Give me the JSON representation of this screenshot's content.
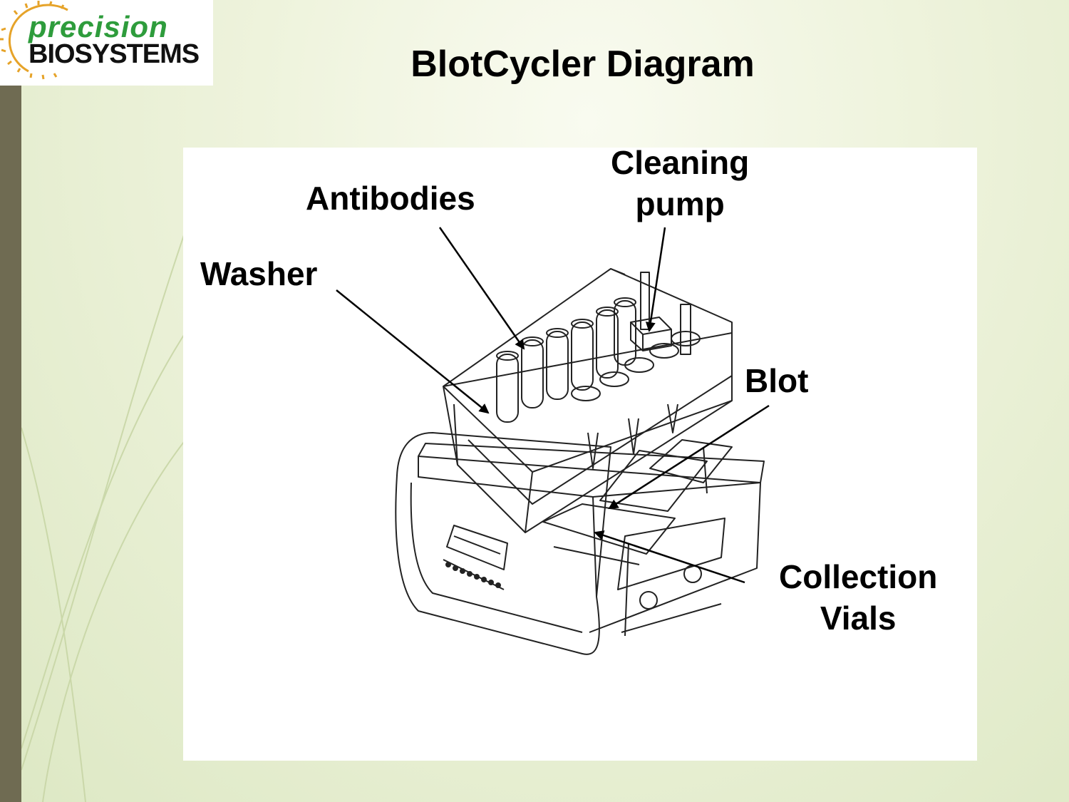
{
  "logo": {
    "word_top": "precision",
    "word_bottom": "BIOSYSTEMS"
  },
  "title": "BlotCycler Diagram",
  "labels": {
    "antibodies": "Antibodies",
    "cleaning_pump_line1": "Cleaning",
    "cleaning_pump_line2": "pump",
    "washer": "Washer",
    "blot": "Blot",
    "collection_vials_line1": "Collection",
    "collection_vials_line2": "Vials"
  },
  "colors": {
    "sidebar": "#6f6b52",
    "logo_green": "#2e9c3c",
    "logo_gear": "#e6a329",
    "text": "#000000"
  }
}
